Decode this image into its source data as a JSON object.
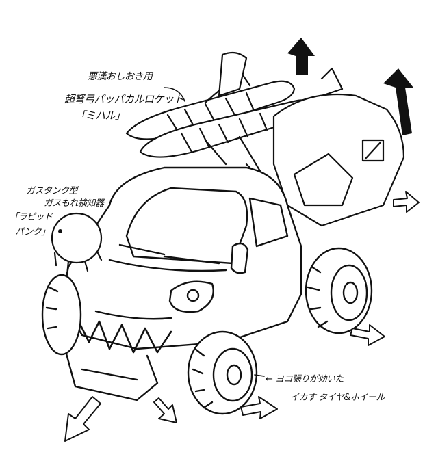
{
  "annotations": {
    "missile_line_1": "悪漢おしおき用",
    "missile_line_2": "超弩弓パッパカルロケット",
    "missile_line_3": "「ミハル」",
    "tank_line_1": "ガスタンク型",
    "tank_line_2": "ガスもれ検知器",
    "punk_line_1": "「ラピッド",
    "punk_line_2": "パンク」",
    "wheel_line_1": "← ヨコ張りが効いた",
    "wheel_line_2": "イカす タイヤ&ホイール"
  },
  "colors": {
    "ink": "#111111",
    "paper": "#ffffff"
  }
}
